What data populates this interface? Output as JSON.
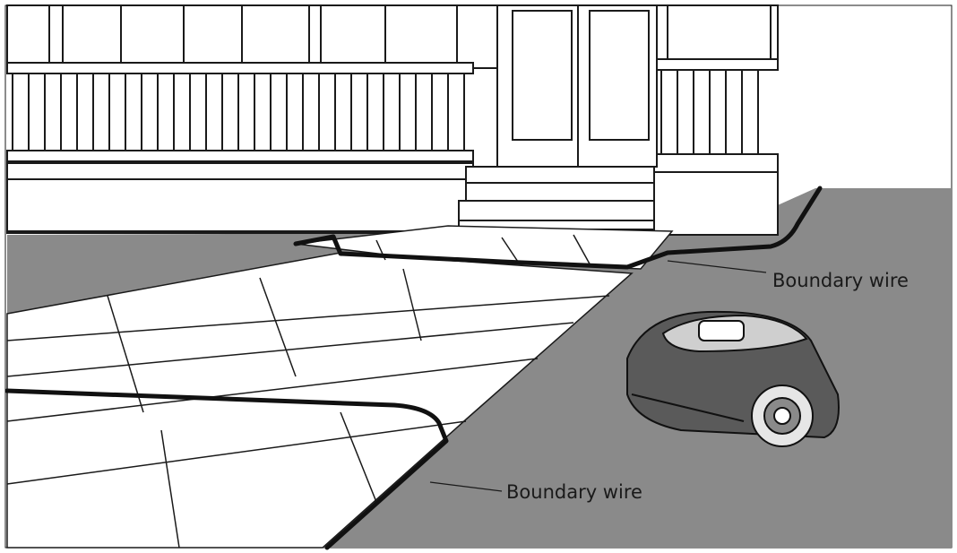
{
  "colors": {
    "lawn": "#8a8a8a",
    "wire": "#111111",
    "paving": "#ffffff",
    "outline": "#1a1a1a",
    "house": "#ffffff"
  },
  "labels": {
    "upper_wire": "Boundary wire",
    "lower_wire": "Boundary wire"
  },
  "objects": {
    "house": "porch-with-railing",
    "door": "double-door",
    "steps": "front-steps",
    "paving": "stone-paving-path",
    "mower": "robotic-lawn-mower"
  }
}
